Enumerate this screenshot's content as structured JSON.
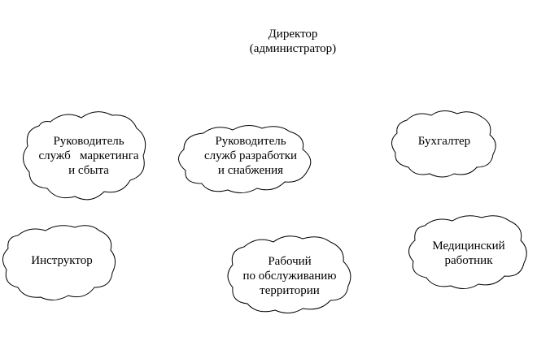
{
  "director": {
    "lines": [
      "Директор",
      "(администратор)"
    ]
  },
  "nodes": [
    {
      "id": "marketing",
      "lines": [
        "Руководитель",
        "служб   маркетинга",
        "и сбыта"
      ]
    },
    {
      "id": "development",
      "lines": [
        "Руководитель",
        "служб разработки",
        "и снабжения"
      ]
    },
    {
      "id": "accountant",
      "lines": [
        "Бухгалтер"
      ]
    },
    {
      "id": "instructor",
      "lines": [
        "Инструктор"
      ]
    },
    {
      "id": "worker",
      "lines": [
        "Рабочий",
        "по обслуживанию",
        "территории"
      ]
    },
    {
      "id": "medic",
      "lines": [
        "Медицинский",
        "работник"
      ]
    }
  ]
}
